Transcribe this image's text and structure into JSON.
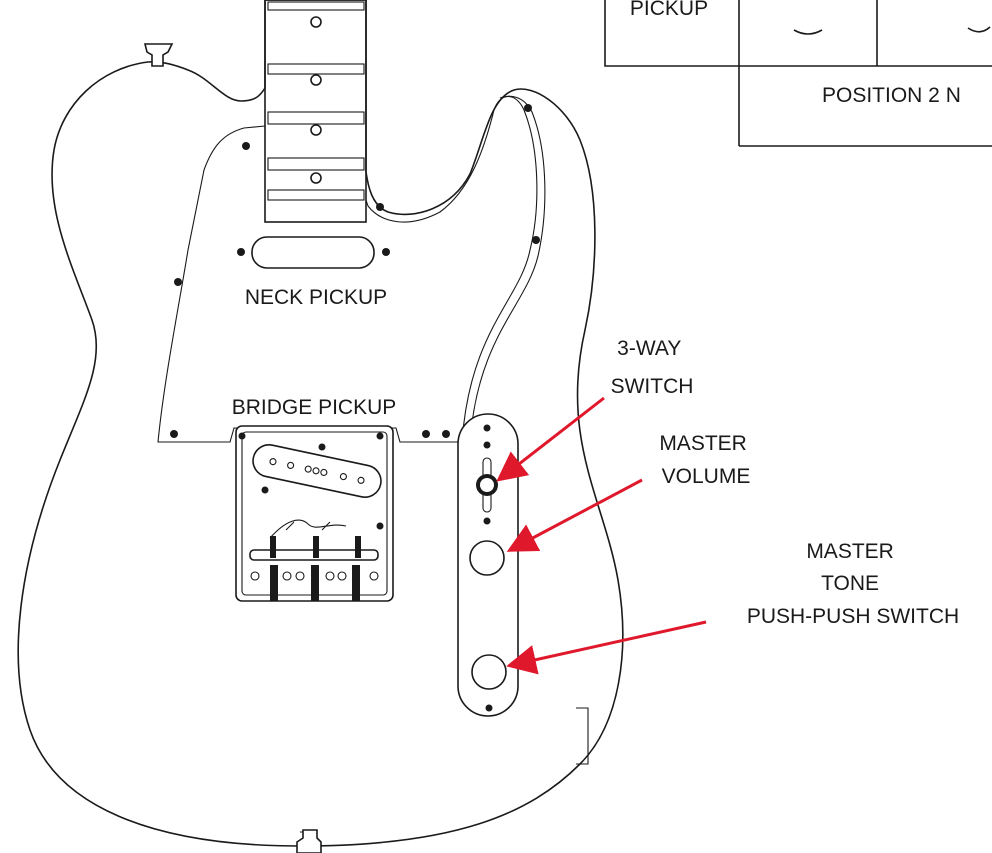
{
  "labels": {
    "neck_pickup": "NECK PICKUP",
    "bridge_pickup": "BRIDGE PICKUP",
    "three_way_switch": [
      "3-WAY",
      "SWITCH"
    ],
    "master_volume": [
      "MASTER",
      "VOLUME"
    ],
    "master_tone": [
      "MASTER",
      "TONE",
      "PUSH-PUSH SWITCH"
    ]
  },
  "table": {
    "row_header": "PICKUP",
    "position_caption": "POSITION 2 N"
  },
  "colors": {
    "line": "#1a1a1a",
    "arrow": "#e0182b",
    "background": "#ffffff"
  }
}
